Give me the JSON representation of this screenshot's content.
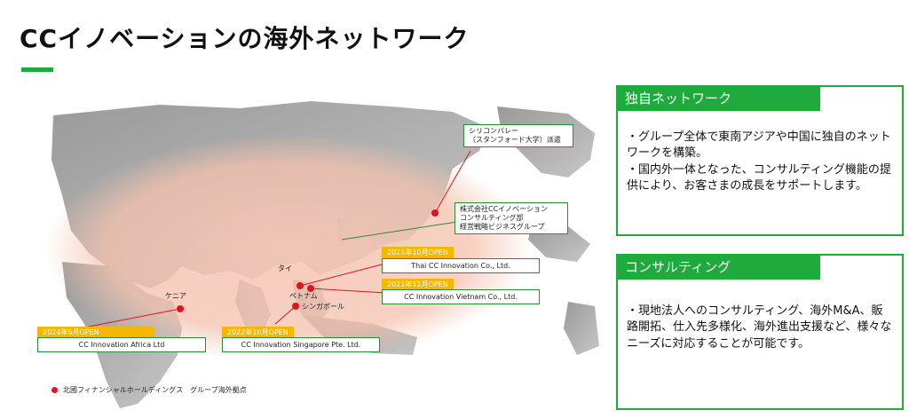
{
  "title": "CCイノベーションの海外ネットワーク",
  "map": {
    "country_labels": {
      "thailand": "タイ",
      "vietnam": "ベトナム",
      "singapore": "シンガポール",
      "kenya": "ケニア"
    },
    "callouts": {
      "silicon_valley_line1": "シリコンバレー",
      "silicon_valley_line2": "（スタンフォード大学）派遣",
      "hq_line1": "株式会社CCイノベーション",
      "hq_line2": "コンサルティング部",
      "hq_line3": "経営戦略ビジネスグループ"
    },
    "offices": {
      "thai_open": "2021年10月OPEN",
      "thai_name": "Thai CC Innovation Co., Ltd.",
      "vietnam_open": "2021年11月OPEN",
      "vietnam_name": "CC Innovation Vietnam Co., Ltd.",
      "africa_open": "2024年6月OPEN",
      "africa_name": "CC Innovation Africa Ltd",
      "singapore_open": "2022年10月OPEN",
      "singapore_name": "CC Innovation Singapore Pte. Ltd."
    },
    "legend": "北國フィナンシャルホールディングス　グループ海外拠点",
    "colors": {
      "marker": "#e0141e",
      "accent": "#1eaa3c",
      "open_tag": "#f5b800"
    }
  },
  "panels": {
    "network": {
      "heading": "独自ネットワーク",
      "line1": "・グループ全体で東南アジアや中国に独自のネットワークを構築。",
      "line2": "・国内外一体となった、コンサルティング機能の提供により、お客さまの成長をサポートします。"
    },
    "consulting": {
      "heading": "コンサルティング",
      "line1": "・現地法人へのコンサルティング、海外M&A、販路開拓、仕入先多様化、海外進出支援など、様々なニーズに対応することが可能です。"
    }
  }
}
